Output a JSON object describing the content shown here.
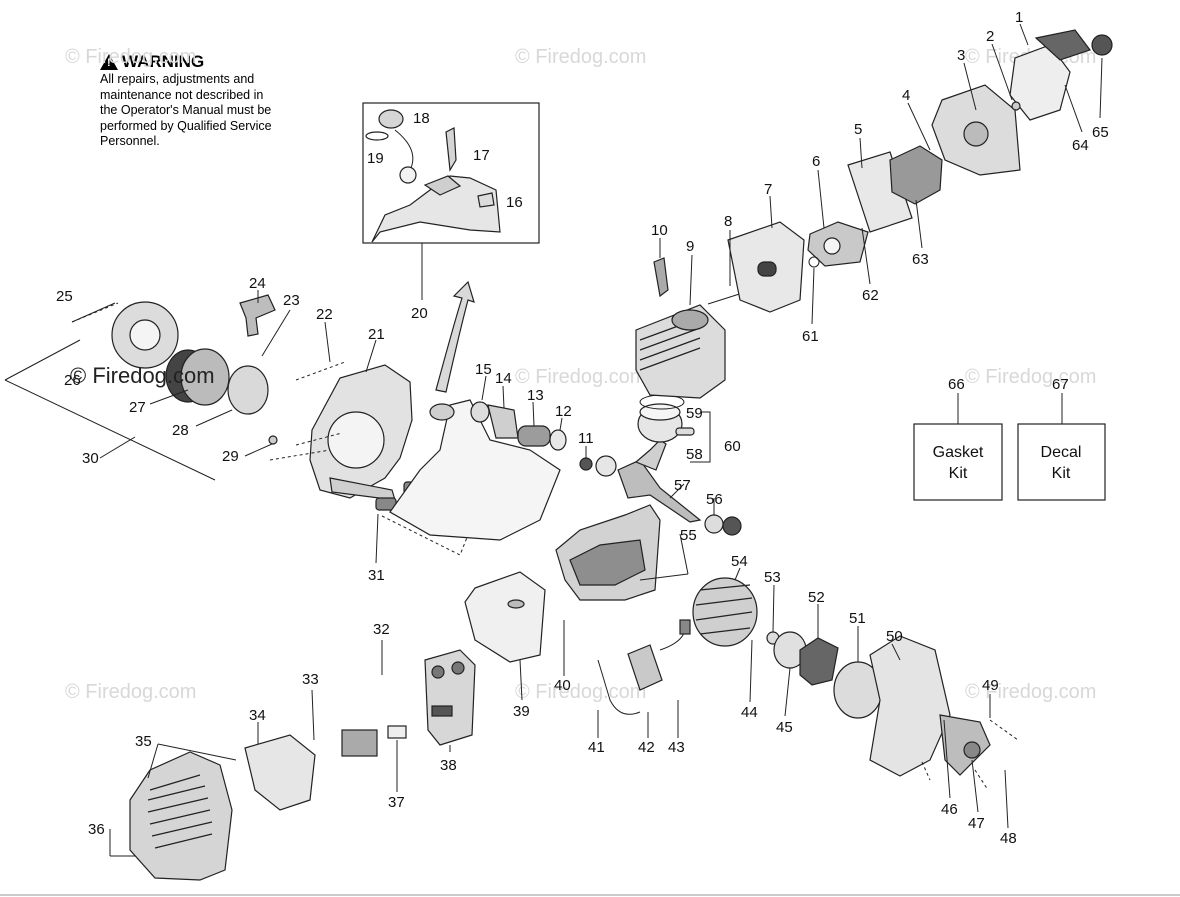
{
  "warning": {
    "title": "WARNING",
    "lines": [
      "All repairs, adjustments and",
      "maintenance not described in",
      "the Operator's Manual must be",
      "performed by Qualified Service",
      "Personnel."
    ]
  },
  "watermark": {
    "text": "© Firedog.com",
    "prominent": "© Firedog.com"
  },
  "part_numbers": [
    "1",
    "2",
    "3",
    "4",
    "5",
    "6",
    "7",
    "8",
    "9",
    "10",
    "11",
    "12",
    "13",
    "14",
    "15",
    "16",
    "17",
    "18",
    "19",
    "20",
    "21",
    "22",
    "23",
    "24",
    "25",
    "26",
    "27",
    "28",
    "29",
    "30",
    "31",
    "32",
    "33",
    "34",
    "35",
    "36",
    "37",
    "38",
    "39",
    "40",
    "41",
    "42",
    "43",
    "44",
    "45",
    "46",
    "47",
    "48",
    "49",
    "50",
    "51",
    "52",
    "53",
    "54",
    "55",
    "56",
    "57",
    "58",
    "59",
    "60",
    "61",
    "62",
    "63",
    "64",
    "65"
  ],
  "kits": {
    "gasket": {
      "number": "66",
      "line1": "Gasket",
      "line2": "Kit"
    },
    "decal": {
      "number": "67",
      "line1": "Decal",
      "line2": "Kit"
    }
  }
}
